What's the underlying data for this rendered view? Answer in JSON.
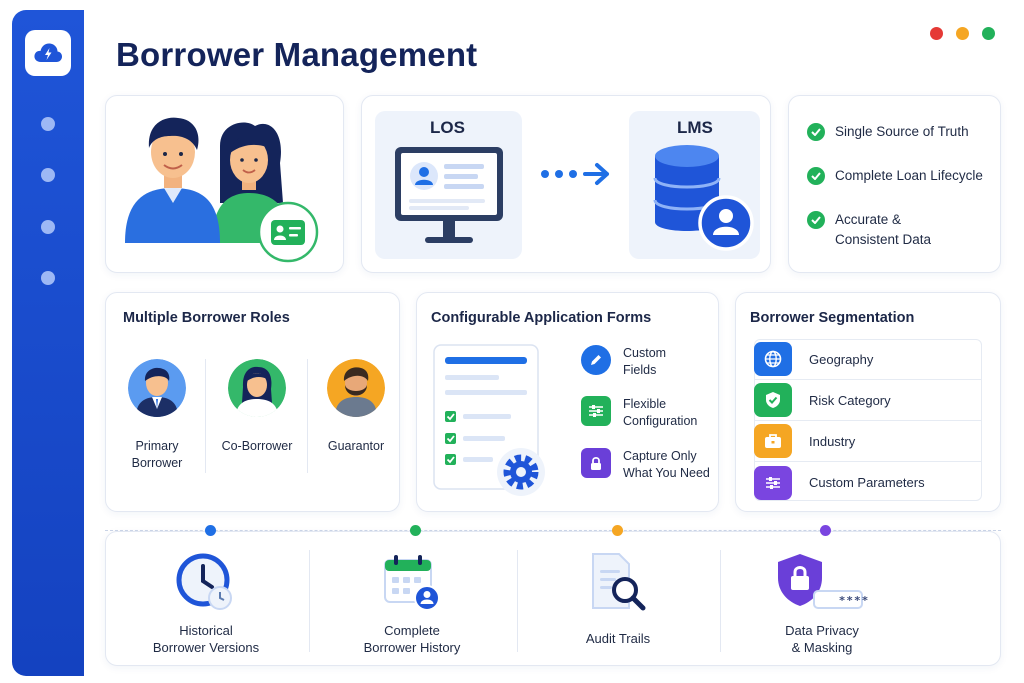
{
  "app": {
    "title": "Borrower Management"
  },
  "sidebar": {
    "logo_icon": "cloud-bolt-icon",
    "nav_items": 4
  },
  "window_controls": {
    "colors": [
      "#e53935",
      "#f5a623",
      "#22b15a"
    ]
  },
  "overview": {
    "los_label": "LOS",
    "lms_label": "LMS",
    "checks": [
      {
        "text": "Single Source of Truth"
      },
      {
        "text": "Complete Loan Lifecycle"
      },
      {
        "text": "Accurate &\nConsistent Data"
      }
    ]
  },
  "roles": {
    "title": "Multiple Borrower Roles",
    "items": [
      {
        "label": "Primary\nBorrower",
        "color": "#5b9bf0"
      },
      {
        "label": "Co-Borrower",
        "color": "#34b86a"
      },
      {
        "label": "Guarantor",
        "color": "#f5a623"
      }
    ]
  },
  "forms": {
    "title": "Configurable Application Forms",
    "features": [
      {
        "text": "Custom\nFields",
        "icon": "pencil-icon",
        "color": "#1f6fe5"
      },
      {
        "text": "Flexible\nConfiguration",
        "icon": "sliders-icon",
        "color": "#22b15a"
      },
      {
        "text": "Capture Only\nWhat You Need",
        "icon": "lock-icon",
        "color": "#6a3fd8"
      }
    ]
  },
  "segmentation": {
    "title": "Borrower Segmentation",
    "items": [
      {
        "label": "Geography",
        "icon": "globe-icon",
        "color": "#1f6fe5"
      },
      {
        "label": "Risk Category",
        "icon": "shield-check-icon",
        "color": "#22b15a"
      },
      {
        "label": "Industry",
        "icon": "briefcase-icon",
        "color": "#f5a623"
      },
      {
        "label": "Custom Parameters",
        "icon": "sliders-icon",
        "color": "#7a45e0"
      }
    ]
  },
  "timeline": {
    "dot_colors": [
      "#1f6fe5",
      "#22b15a",
      "#f5a623",
      "#7a45e0"
    ],
    "items": [
      {
        "label": "Historical\nBorrower Versions",
        "icon": "clock-history-icon"
      },
      {
        "label": "Complete\nBorrower History",
        "icon": "calendar-user-icon"
      },
      {
        "label": "Audit Trails",
        "icon": "document-search-icon"
      },
      {
        "label": "Data Privacy\n& Masking",
        "icon": "shield-lock-icon"
      }
    ],
    "mask_text": "****"
  }
}
